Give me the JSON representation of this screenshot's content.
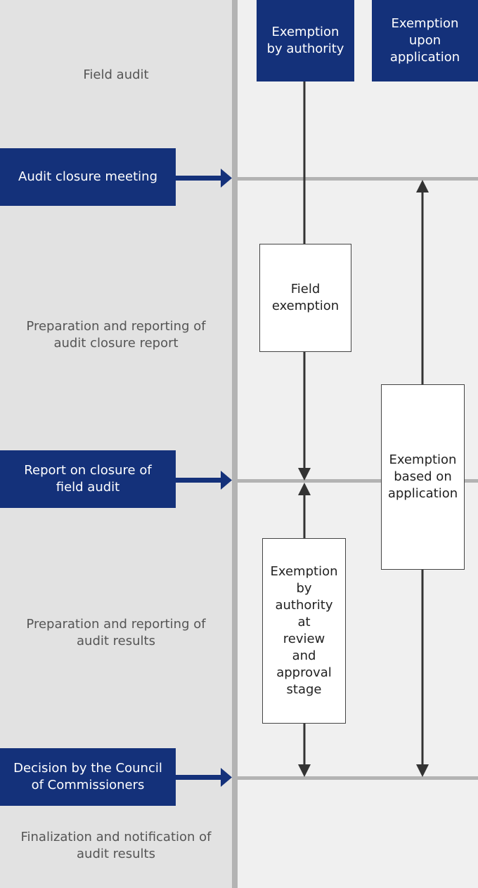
{
  "headers": {
    "by_authority": "Exemption\nby authority",
    "upon_application": "Exemption\nupon\napplication"
  },
  "phases": {
    "field_audit": "Field audit",
    "closure_report": "Preparation and reporting of\naudit closure report",
    "audit_results": "Preparation and reporting of\naudit results",
    "finalization": "Finalization and notification of\naudit results"
  },
  "milestones": {
    "closure_meeting": "Audit closure meeting",
    "closure_field_audit": "Report on closure of\nfield audit",
    "council_decision": "Decision by the Council\nof Commissioners"
  },
  "exemptions": {
    "field": "Field\nexemption",
    "based_on_application": "Exemption\nbased on\napplication",
    "review_approval": "Exemption\nby\nauthority\nat\nreview\nand\napproval\nstage"
  },
  "colors": {
    "navy": "#14317a",
    "left_panel": "#e2e2e2",
    "right_panel": "#f0f0f0",
    "divider": "#b3b3b3",
    "arrow": "#333333"
  }
}
